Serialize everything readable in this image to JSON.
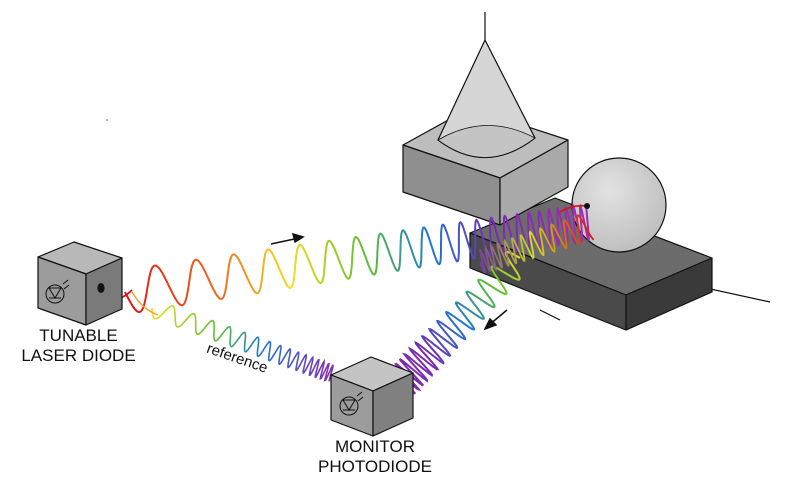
{
  "labels": {
    "source": [
      "TUNABLE",
      "LASER DIODE"
    ],
    "detector": [
      "MONITOR",
      "PHOTODIODE"
    ],
    "reference": "reference"
  },
  "colors": {
    "wave_gradient": [
      "#e01010",
      "#f07020",
      "#f0e020",
      "#60c030",
      "#1e78d0",
      "#7a2ab0",
      "#a030b0"
    ],
    "box_light": "#c8c8c8",
    "box_mid": "#9a9a9a",
    "box_dark": "#4a4a4a",
    "sphere": "#d0d0d0"
  },
  "icons": {
    "laser": "photodiode-symbol-icon",
    "monitor": "photodiode-symbol-icon",
    "direction": "arrow-icon"
  }
}
